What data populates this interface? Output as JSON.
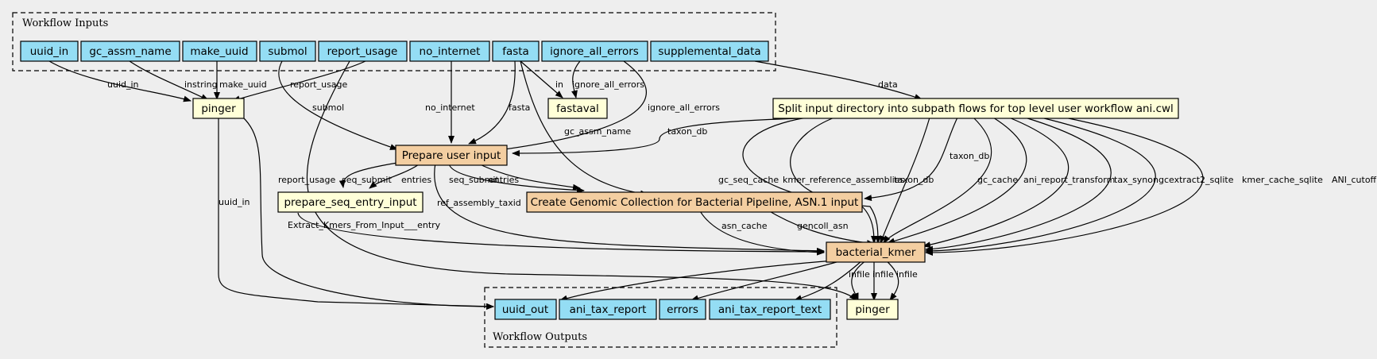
{
  "clusters": {
    "inputs": "Workflow Inputs",
    "outputs": "Workflow Outputs"
  },
  "colors": {
    "io": "#94ddf4",
    "tool": "#ffffd8",
    "subworkflow": "#f3cea1",
    "background": "#eeeeee"
  },
  "nodes": {
    "uuid_in": "uuid_in",
    "gc_assm_name": "gc_assm_name",
    "make_uuid": "make_uuid",
    "submol": "submol",
    "report_usage": "report_usage",
    "no_internet": "no_internet",
    "fasta": "fasta",
    "ignore_all_errors": "ignore_all_errors",
    "supplemental_data": "supplemental_data",
    "pinger1": "pinger",
    "fastaval": "fastaval",
    "split": "Split input directory into subpath flows for top level user workflow ani.cwl",
    "prepare": "Prepare user input",
    "prepare_seq": "prepare_seq_entry_input",
    "genomic": "Create Genomic Collection for Bacterial Pipeline, ASN.1 input",
    "kmer": "bacterial_kmer",
    "uuid_out": "uuid_out",
    "ani_tax_report": "ani_tax_report",
    "errors": "errors",
    "ani_tax_report_text": "ani_tax_report_text",
    "pinger2": "pinger"
  },
  "edge_labels": {
    "uuid_in": "uuid_in",
    "instring": "instring",
    "make_uuid": "make_uuid",
    "report_usage_pinger": "report_usage",
    "submol": "submol",
    "no_internet": "no_internet",
    "fasta": "fasta",
    "in": "in",
    "ignore_all_errors_fastaval": "ignore_all_errors",
    "ignore_all_errors_prepare": "ignore_all_errors",
    "data": "data",
    "gc_assm_name": "gc_assm_name",
    "taxon_db_prepare": "taxon_db",
    "report_usage_kmer": "report_usage",
    "uuid_in_out": "uuid_in",
    "seq_submit_1": "seq_submit",
    "entries_1": "entries",
    "seq_submit_2": "seq_submit",
    "entries_2": "entries",
    "ref_assembly_taxid": "ref_assembly_taxid",
    "gc_seq_cache": "gc_seq_cache",
    "kmer_reference_assemblies": "kmer_reference_assemblies",
    "taxon_db_kmer": "taxon_db",
    "taxon_db_genomic": "taxon_db",
    "gc_cache": "gc_cache",
    "ani_report_transform": "ani_report_transform",
    "tax_synon": "tax_synon",
    "gcextract2_sqlite": "gcextract2_sqlite",
    "kmer_cache_sqlite": "kmer_cache_sqlite",
    "ani_cutoff": "ANI_cutoff",
    "extract_kmers": "Extract_Kmers_From_Input___entry",
    "asn_cache": "asn_cache",
    "gencoll_asn": "gencoll_asn",
    "infile1": "infile",
    "infile2": "infile",
    "infile3": "infile"
  }
}
